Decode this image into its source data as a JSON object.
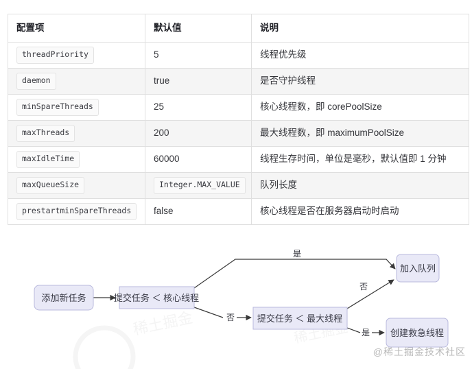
{
  "table": {
    "headers": [
      "配置项",
      "默认值",
      "说明"
    ],
    "rows": [
      {
        "name": "threadPriority",
        "name_is_code": true,
        "value": "5",
        "value_is_code": false,
        "desc": "线程优先级"
      },
      {
        "name": "daemon",
        "name_is_code": true,
        "value": "true",
        "value_is_code": false,
        "desc": "是否守护线程"
      },
      {
        "name": "minSpareThreads",
        "name_is_code": true,
        "value": "25",
        "value_is_code": false,
        "desc": "核心线程数，即 corePoolSize"
      },
      {
        "name": "maxThreads",
        "name_is_code": true,
        "value": "200",
        "value_is_code": false,
        "desc": "最大线程数，即 maximumPoolSize"
      },
      {
        "name": "maxIdleTime",
        "name_is_code": true,
        "value": "60000",
        "value_is_code": false,
        "desc": "线程生存时间，单位是毫秒，默认值即 1 分钟"
      },
      {
        "name": "maxQueueSize",
        "name_is_code": true,
        "value": "Integer.MAX_VALUE",
        "value_is_code": true,
        "desc": "队列长度"
      },
      {
        "name": "prestartminSpareThreads",
        "name_is_code": true,
        "value": "false",
        "value_is_code": false,
        "desc": "核心线程是否在服务器启动时启动"
      }
    ]
  },
  "diagram": {
    "nodes": {
      "add_task": "添加新任务",
      "submit_core": "提交任务 ＜ 核心线程",
      "submit_max": "提交任务 ＜ 最大线程",
      "enqueue": "加入队列",
      "create_rescue": "创建救急线程"
    },
    "edge_labels": {
      "core_yes": "是",
      "core_no": "否",
      "max_no": "否",
      "max_yes": "是"
    },
    "colors": {
      "node_fill": "#e9e9f7",
      "node_stroke": "#b9b9dd",
      "edge_stroke": "#4a4a4a",
      "text": "#3a3b47"
    }
  },
  "watermark": {
    "credit": "@稀土掘金技术社区",
    "ghost": "稀土掘金"
  }
}
